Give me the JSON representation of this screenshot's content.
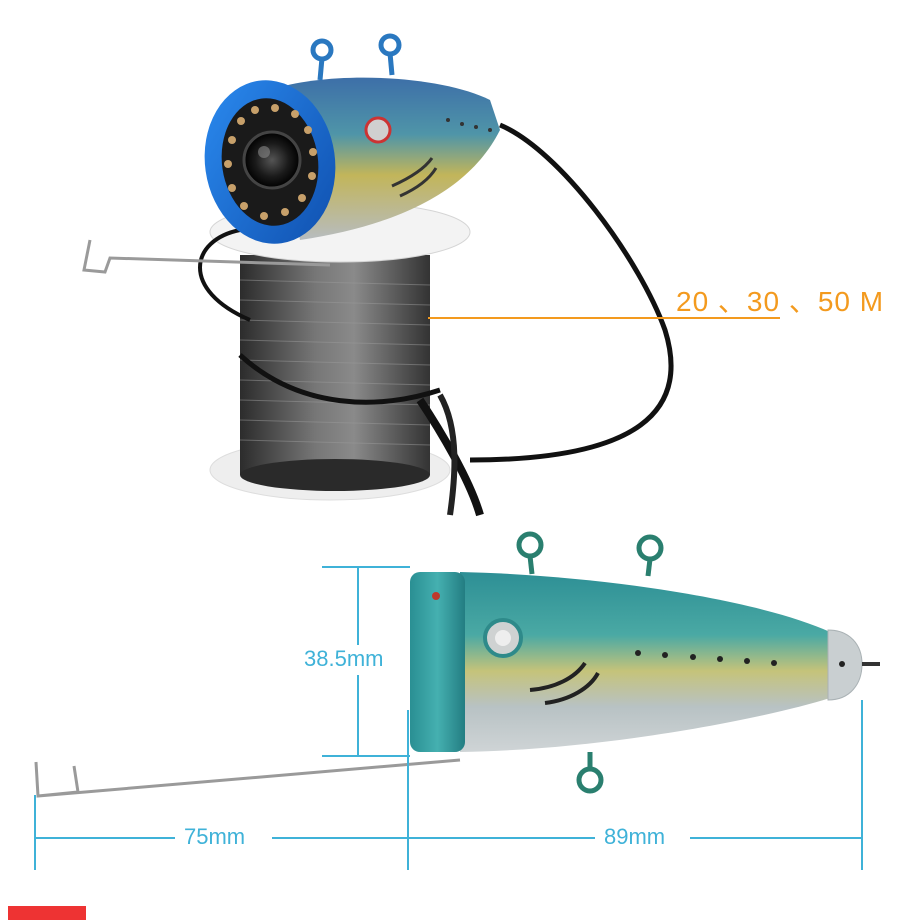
{
  "image": {
    "subject": "underwater-fishing-camera"
  },
  "labels": {
    "cable_lengths": "20 、30 、50 M",
    "height": "38.5mm",
    "hook_length": "75mm",
    "body_length": "89mm"
  },
  "colors": {
    "annotation_orange": "#f39a1e",
    "dimension_blue": "#3fb2d8",
    "camera_ring_blue": "#1c6fd6",
    "body_teal": "#2f9a9a"
  }
}
